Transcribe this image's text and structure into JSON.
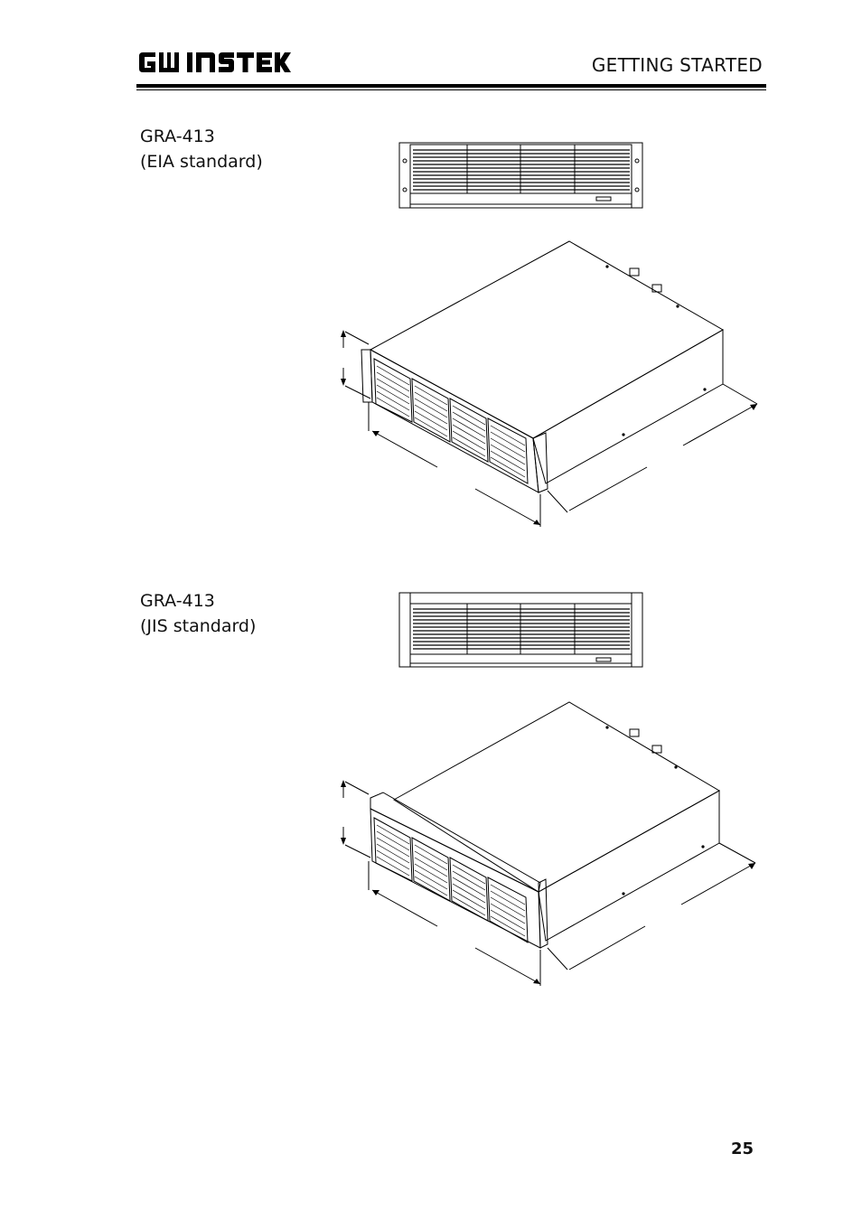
{
  "header": {
    "logo_text": "GW INSTEK",
    "section_title": "GETTING STARTED"
  },
  "sections": [
    {
      "model": "GRA-413",
      "standard": "(EIA standard)"
    },
    {
      "model": "GRA-413",
      "standard": "(JIS standard)"
    }
  ],
  "footer": {
    "page_number": "25"
  }
}
